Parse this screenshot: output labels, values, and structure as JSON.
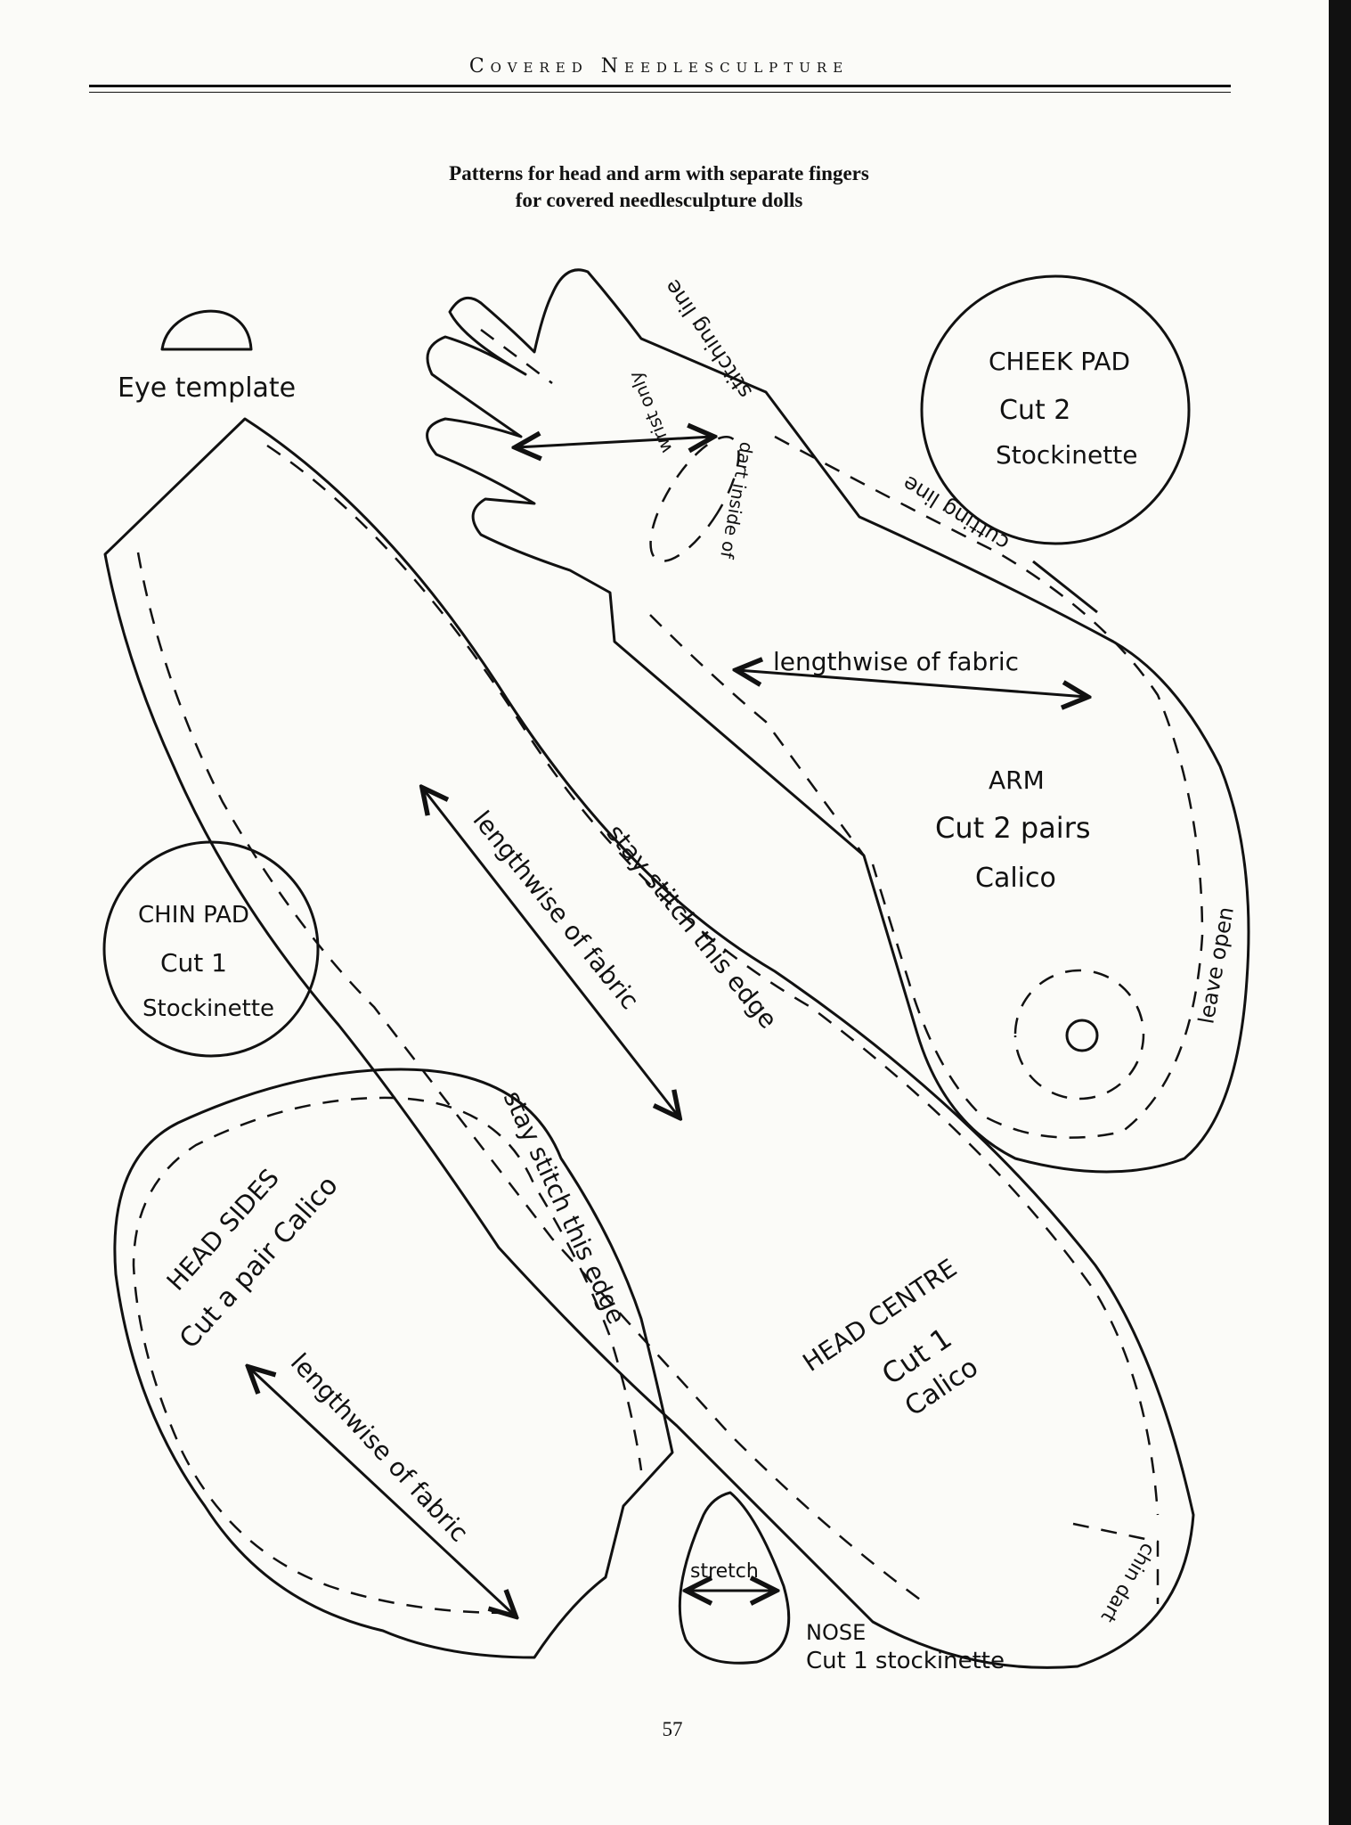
{
  "header": {
    "running_head": "Covered Needlesculpture"
  },
  "caption": {
    "line1": "Patterns for head and arm with separate fingers",
    "line2": "for covered needlesculpture dolls"
  },
  "labels": {
    "eye_template": "Eye template",
    "cheek_pad_title": "CHEEK PAD",
    "cheek_pad_cut": "Cut 2",
    "cheek_pad_fabric": "Stockinette",
    "stitching_line": "stitching line",
    "cutting_line": "cutting line",
    "wrist_only": "wrist only",
    "dart_inside_of": "dart inside of",
    "arm_lengthwise": "lengthwise of fabric",
    "arm_title": "ARM",
    "arm_cut": "Cut 2 pairs",
    "arm_fabric": "Calico",
    "leave_open": "leave open",
    "chin_pad_title": "CHIN PAD",
    "chin_pad_cut": "Cut 1",
    "chin_pad_fabric": "Stockinette",
    "head_centre_stay_stitch": "stay stitch this edge",
    "head_centre_lengthwise": "lengthwise of fabric",
    "head_sides_stay_stitch": "stay stitch this edge",
    "head_sides_title": "HEAD SIDES",
    "head_sides_cut": "Cut a pair Calico",
    "head_sides_lengthwise": "lengthwise of fabric",
    "head_centre_title": "HEAD CENTRE",
    "head_centre_cut": "Cut 1",
    "head_centre_fabric": "Calico",
    "chin_dart": "chin dart",
    "stretch": "stretch",
    "nose_title": "NOSE",
    "nose_cut": "Cut 1 stockinette"
  },
  "footer": {
    "page_number": "57"
  }
}
